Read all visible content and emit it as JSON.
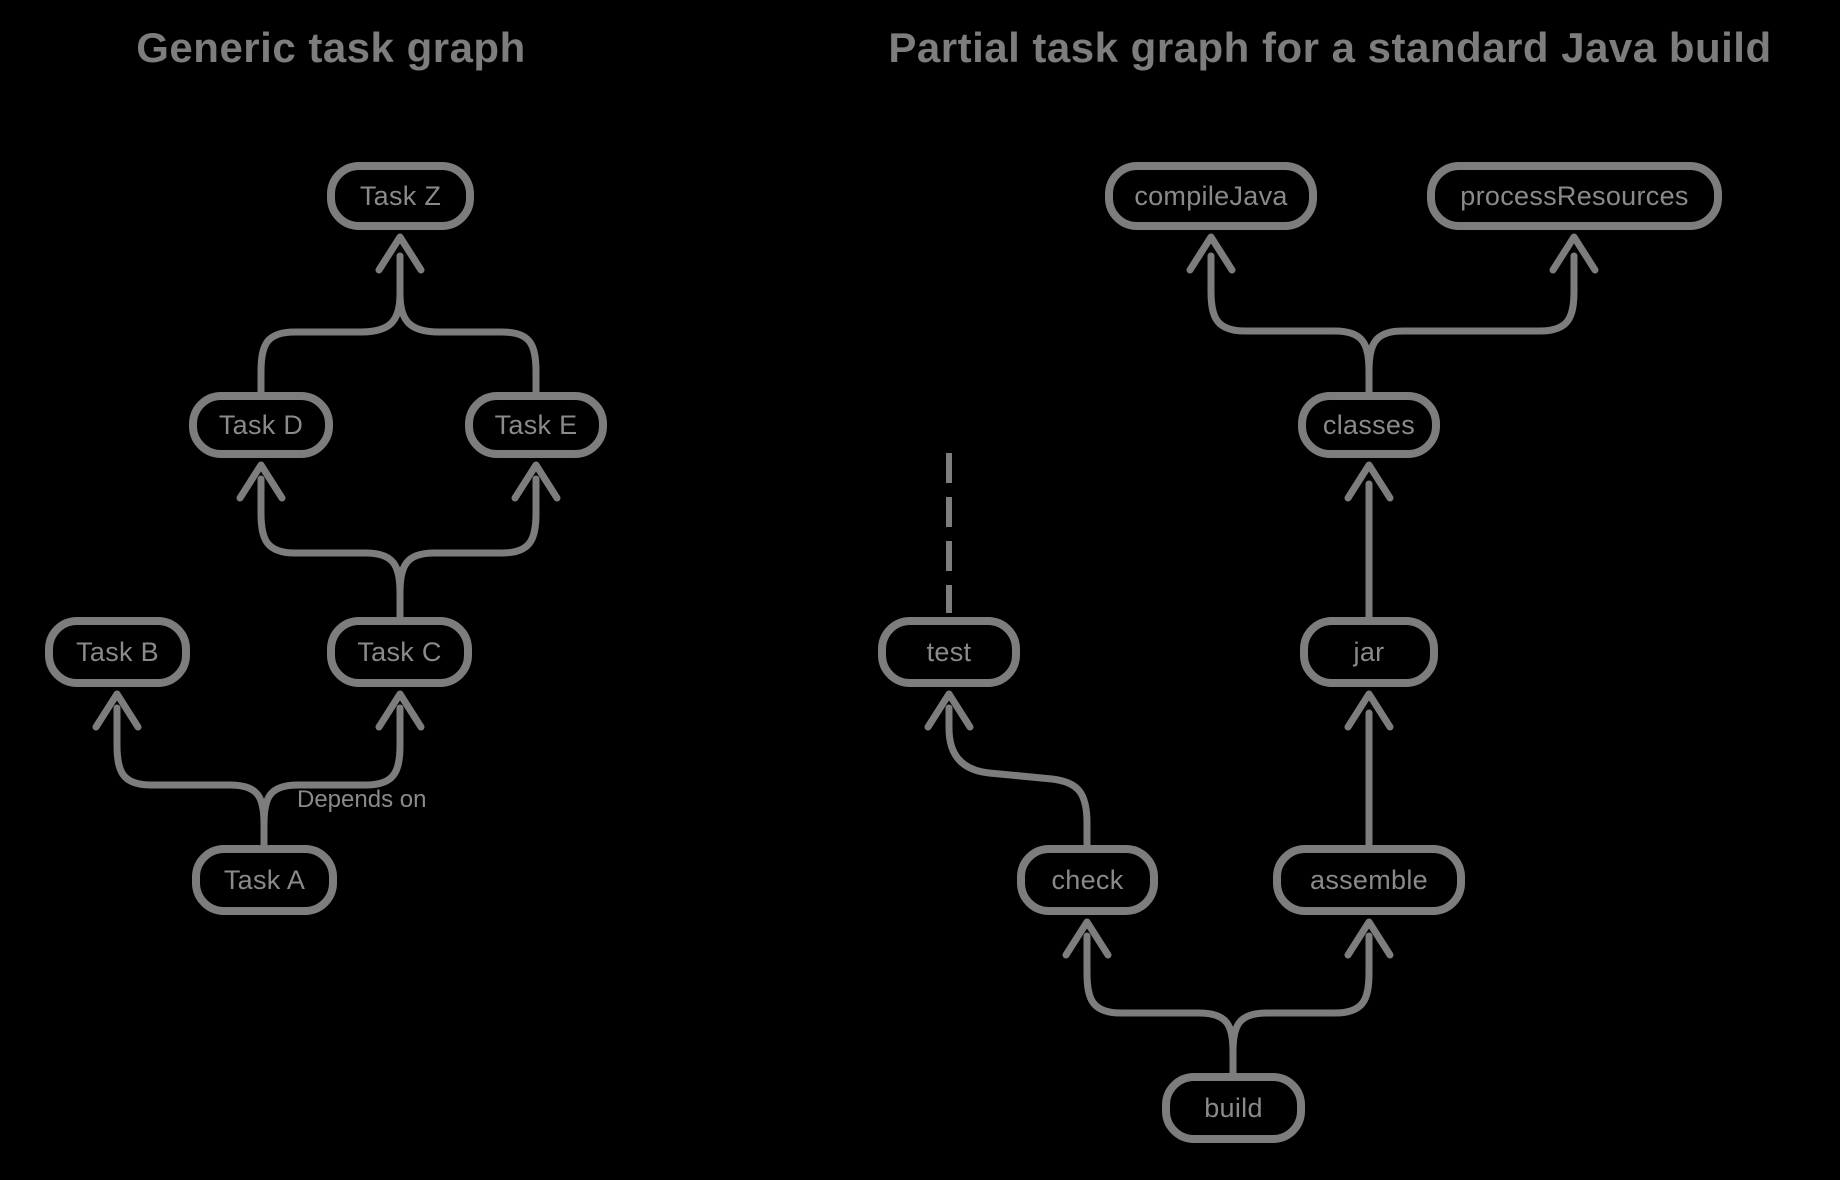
{
  "colors": {
    "background": "#000000",
    "line_gray": "#7d7d7d",
    "text_gray": "#8a8a8a"
  },
  "left_graph": {
    "title": "Generic task graph",
    "nodes": {
      "task_z": "Task Z",
      "task_d": "Task D",
      "task_e": "Task E",
      "task_b": "Task B",
      "task_c": "Task C",
      "task_a": "Task A"
    },
    "edge_label": "Depends on",
    "edges": [
      {
        "from": "Task D",
        "to": "Task Z"
      },
      {
        "from": "Task E",
        "to": "Task Z"
      },
      {
        "from": "Task C",
        "to": "Task D"
      },
      {
        "from": "Task C",
        "to": "Task E"
      },
      {
        "from": "Task A",
        "to": "Task B"
      },
      {
        "from": "Task A",
        "to": "Task C"
      }
    ]
  },
  "right_graph": {
    "title": "Partial task graph for a standard Java build",
    "nodes": {
      "compile_java": "compileJava",
      "process_resources": "processResources",
      "classes": "classes",
      "test": "test",
      "jar": "jar",
      "check": "check",
      "assemble": "assemble",
      "build": "build"
    },
    "edges": [
      {
        "from": "classes",
        "to": "compileJava"
      },
      {
        "from": "classes",
        "to": "processResources"
      },
      {
        "from": "jar",
        "to": "classes"
      },
      {
        "from": "assemble",
        "to": "jar"
      },
      {
        "from": "check",
        "to": "test"
      },
      {
        "from": "build",
        "to": "check"
      },
      {
        "from": "build",
        "to": "assemble"
      },
      {
        "from": "test",
        "to": "",
        "style": "dashed-continuation"
      }
    ]
  }
}
